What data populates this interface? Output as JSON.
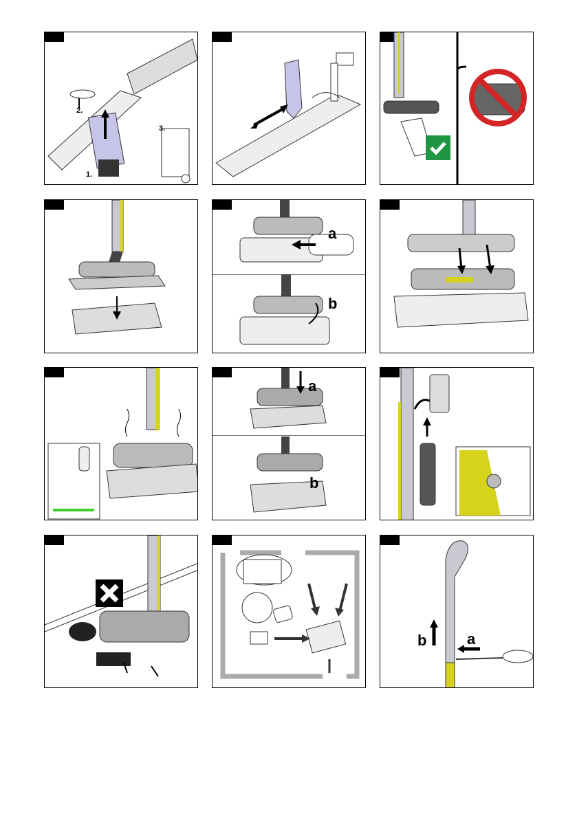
{
  "colors": {
    "ink": "#000000",
    "device_gray": "#c9c9d2",
    "device_lavender": "#c6c4e8",
    "accent_yellow": "#d7d21b",
    "ok_green": "#1e9642",
    "forbidden_red": "#d32525",
    "floor_green": "#3ecf2a"
  },
  "panel1": {
    "step1": "1.",
    "step2": "2.",
    "step3": "3."
  },
  "panel5": {
    "part_a": "a",
    "part_b": "b"
  },
  "panel8": {
    "part_a": "a",
    "part_b": "b"
  },
  "panel12": {
    "part_a": "a",
    "part_b": "b"
  },
  "icons": {
    "check": "check-icon",
    "forbidden": "forbidden-icon",
    "cross": "cross-icon"
  }
}
